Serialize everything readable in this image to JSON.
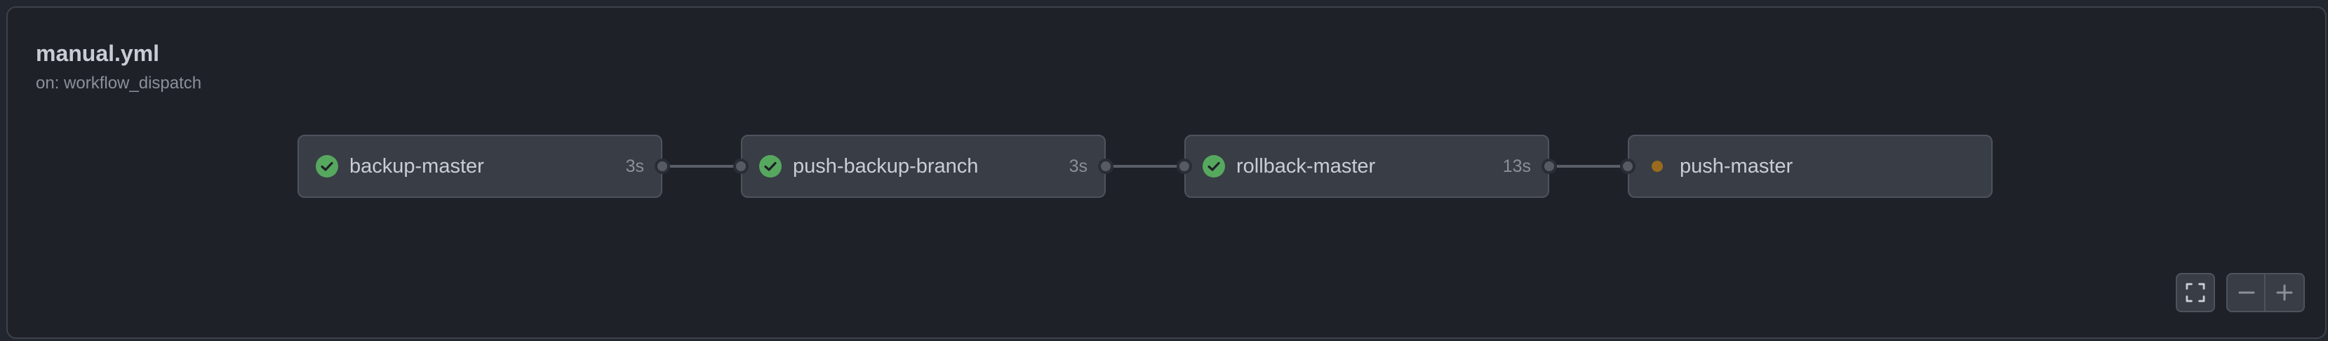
{
  "workflow": {
    "title": "manual.yml",
    "trigger": "on: workflow_dispatch"
  },
  "jobs": [
    {
      "name": "backup-master",
      "duration": "3s",
      "status": "success",
      "status_icon": "check-circle-icon"
    },
    {
      "name": "push-backup-branch",
      "duration": "3s",
      "status": "success",
      "status_icon": "check-circle-icon"
    },
    {
      "name": "rollback-master",
      "duration": "13s",
      "status": "success",
      "status_icon": "check-circle-icon"
    },
    {
      "name": "push-master",
      "duration": "",
      "status": "queued",
      "status_icon": "pending-dot-icon"
    }
  ],
  "controls": {
    "fullscreen_icon": "fullscreen-icon",
    "zoom_out_icon": "minus-icon",
    "zoom_in_icon": "plus-icon"
  },
  "colors": {
    "success": "#57a85f",
    "queued": "#9a6b1f",
    "background": "#1f2129",
    "node": "#393d45"
  }
}
